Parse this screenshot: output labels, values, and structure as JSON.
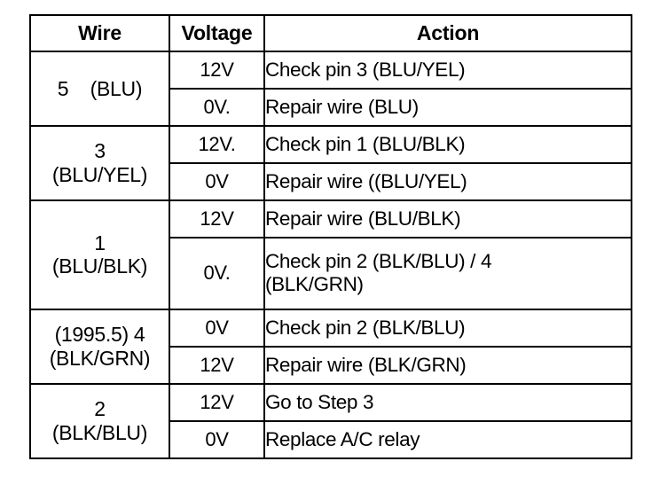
{
  "table": {
    "headers": {
      "wire": "Wire",
      "voltage": "Voltage",
      "action": "Action"
    },
    "groups": [
      {
        "wire_lines": [
          "5    (BLU)"
        ],
        "rows": [
          {
            "voltage": "12V",
            "action_lines": [
              "Check pin 3 (BLU/YEL)"
            ]
          },
          {
            "voltage": "0V.",
            "action_lines": [
              "Repair wire (BLU)"
            ]
          }
        ]
      },
      {
        "wire_lines": [
          "3",
          "(BLU/YEL)"
        ],
        "rows": [
          {
            "voltage": "12V.",
            "action_lines": [
              "Check pin 1 (BLU/BLK)"
            ]
          },
          {
            "voltage": "0V",
            "action_lines": [
              "Repair wire ((BLU/YEL)"
            ]
          }
        ]
      },
      {
        "wire_lines": [
          "1",
          "(BLU/BLK)"
        ],
        "rows": [
          {
            "voltage": "12V",
            "action_lines": [
              "Repair wire (BLU/BLK)"
            ]
          },
          {
            "voltage": "0V.",
            "action_lines": [
              "Check pin 2 (BLK/BLU) / 4",
              "(BLK/GRN)"
            ]
          }
        ]
      },
      {
        "wire_lines": [
          "(1995.5) 4",
          "(BLK/GRN)"
        ],
        "rows": [
          {
            "voltage": "0V",
            "action_lines": [
              "Check pin 2 (BLK/BLU)"
            ]
          },
          {
            "voltage": "12V",
            "action_lines": [
              "Repair wire (BLK/GRN)"
            ]
          }
        ]
      },
      {
        "wire_lines": [
          "2",
          "(BLK/BLU)"
        ],
        "rows": [
          {
            "voltage": "12V",
            "action_lines": [
              "Go to Step 3"
            ]
          },
          {
            "voltage": "0V",
            "action_lines": [
              "Replace A/C relay"
            ]
          }
        ]
      }
    ]
  },
  "colors": {
    "background": "#ffffff",
    "border": "#000000",
    "text": "#000000"
  }
}
